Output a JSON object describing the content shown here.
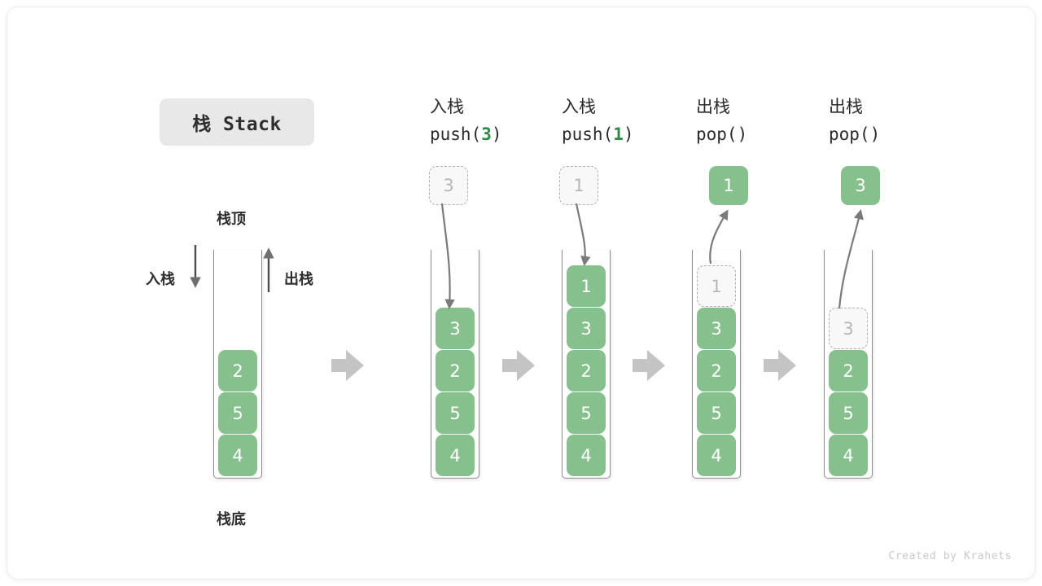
{
  "title": "栈 Stack",
  "labels": {
    "top": "栈顶",
    "bottom": "栈底",
    "push": "入栈",
    "pop": "出栈"
  },
  "credit": "Created by Krahets",
  "colors": {
    "element": "#86c08c",
    "ghost_fill": "#f8f8f8",
    "ghost_border": "#b0b0b0",
    "arrow": "#c4c4c4",
    "curve": "#7a7a7a",
    "badge": "#e8e8e8",
    "code_number": "#2e8b45"
  },
  "stages": [
    {
      "id": "initial",
      "op_title": "",
      "op_code_prefix": "",
      "op_code_number": "",
      "op_code_suffix": "",
      "items": [
        "2",
        "5",
        "4"
      ],
      "ghost_top": null,
      "float_box": null
    },
    {
      "id": "push-3",
      "op_title": "入栈",
      "op_code_prefix": "push(",
      "op_code_number": "3",
      "op_code_suffix": ")",
      "items": [
        "3",
        "2",
        "5",
        "4"
      ],
      "ghost_top": null,
      "float_box": {
        "value": "3",
        "kind": "ghost"
      }
    },
    {
      "id": "push-1",
      "op_title": "入栈",
      "op_code_prefix": "push(",
      "op_code_number": "1",
      "op_code_suffix": ")",
      "items": [
        "1",
        "3",
        "2",
        "5",
        "4"
      ],
      "ghost_top": null,
      "float_box": {
        "value": "1",
        "kind": "ghost"
      }
    },
    {
      "id": "pop-1",
      "op_title": "出栈",
      "op_code_prefix": "pop(",
      "op_code_number": "",
      "op_code_suffix": ")",
      "items": [
        "3",
        "2",
        "5",
        "4"
      ],
      "ghost_top": "1",
      "float_box": {
        "value": "1",
        "kind": "filled"
      }
    },
    {
      "id": "pop-3",
      "op_title": "出栈",
      "op_code_prefix": "pop(",
      "op_code_number": "",
      "op_code_suffix": ")",
      "items": [
        "2",
        "5",
        "4"
      ],
      "ghost_top": "3",
      "float_box": {
        "value": "3",
        "kind": "filled"
      }
    }
  ],
  "transition_arrows": 4
}
